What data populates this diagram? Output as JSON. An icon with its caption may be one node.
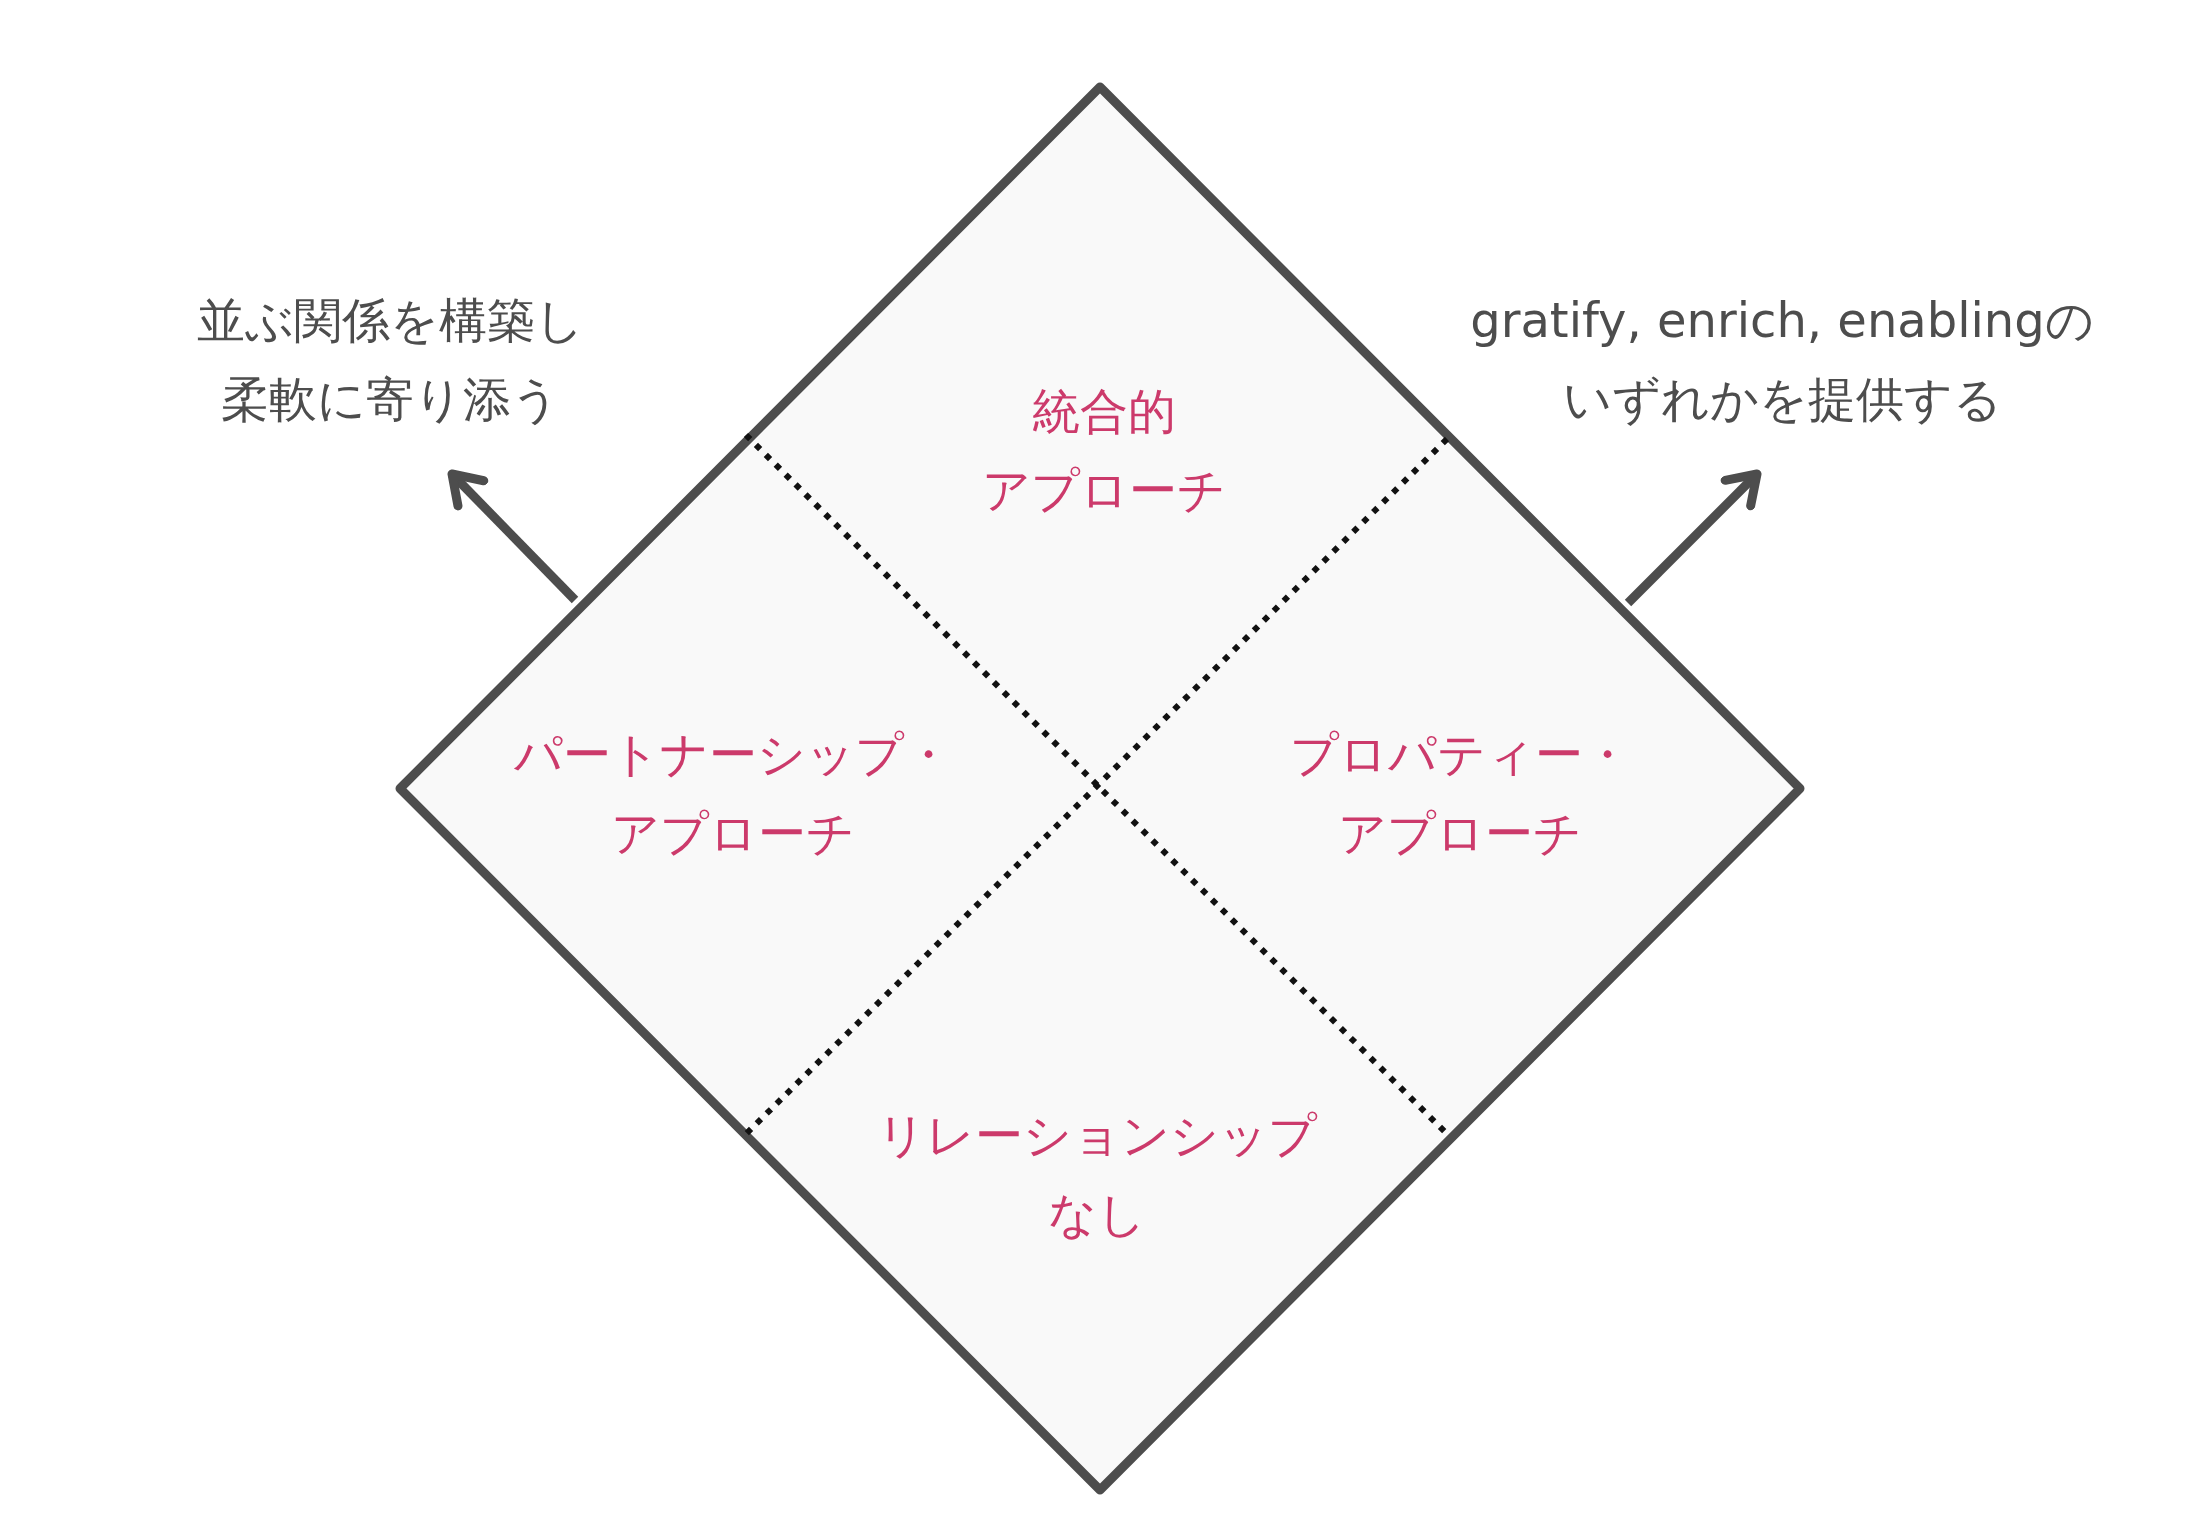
{
  "diagram": {
    "nodes": [
      {
        "text": [],
        "shape": "diamond"
      },
      {
        "text": [
          "統合的",
          "アプローチ"
        ],
        "in": 0
      },
      {
        "text": [
          "パートナーシップ・アプローチ"
        ],
        "in": 0
      },
      {
        "text": [
          "プロパティー・アプローチ"
        ],
        "in": 0
      },
      {
        "text": [
          "リレーションシップなし"
        ],
        "in": 0
      },
      {
        "text": [
          "並ぶ関係を構築し柔軟に寄り添う"
        ]
      },
      {
        "text": [
          "gratify, enrich, enablingのいずれかを提供する"
        ]
      }
    ],
    "edges": [
      {
        "from": 2,
        "to": 5,
        "arrow": "to"
      },
      {
        "from": 3,
        "to": 6,
        "arrow": "to"
      }
    ]
  }
}
